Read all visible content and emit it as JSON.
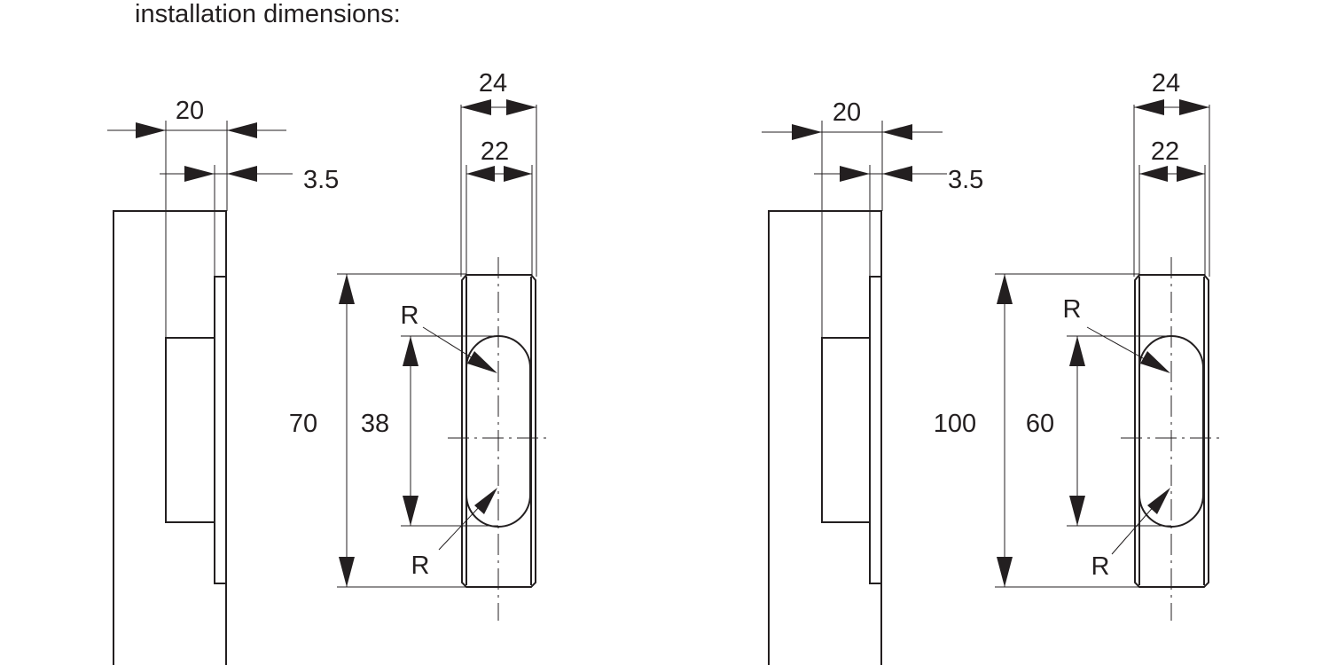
{
  "title": "installation dimensions:",
  "variants": [
    {
      "depth_width": "20",
      "lip": "3.5",
      "outer_width": "24",
      "inner_width": "22",
      "total_height": "70",
      "slot_height": "38",
      "radius_top": "R",
      "radius_bottom": "R"
    },
    {
      "depth_width": "20",
      "lip": "3.5",
      "outer_width": "24",
      "inner_width": "22",
      "total_height": "100",
      "slot_height": "60",
      "radius_top": "R",
      "radius_bottom": "R"
    }
  ]
}
